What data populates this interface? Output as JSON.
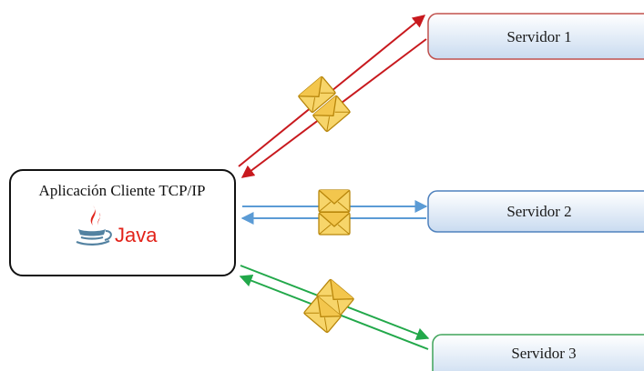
{
  "client": {
    "title": "Aplicación Cliente TCP/IP",
    "logo_text": "Java"
  },
  "servers": [
    {
      "label": "Servidor 1",
      "color": "#c0504d"
    },
    {
      "label": "Servidor 2",
      "color": "#4f81bd"
    },
    {
      "label": "Servidor 3",
      "color": "#3fa45a"
    }
  ],
  "connections": [
    {
      "server": "Servidor 1",
      "color": "#c8191e",
      "icon": "envelope-icon"
    },
    {
      "server": "Servidor 2",
      "color": "#5b9bd5",
      "icon": "envelope-icon"
    },
    {
      "server": "Servidor 3",
      "color": "#22a84a",
      "icon": "envelope-icon"
    }
  ],
  "colors": {
    "envelope_fill": "#f7d56a",
    "envelope_stroke": "#b8860b",
    "java_red": "#e2231a",
    "java_blue": "#5382a1"
  }
}
